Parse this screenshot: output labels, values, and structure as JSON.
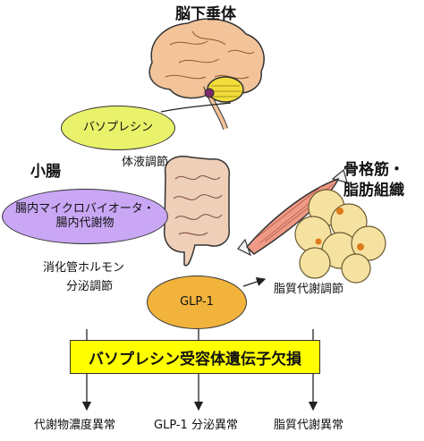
{
  "labels": {
    "pituitary": "脳下垂体",
    "small_intestine": "小腸",
    "muscle_fat_line1": "骨格筋・",
    "muscle_fat_line2": "脂肪組織",
    "fluid_regulation": "体液調節",
    "gi_hormone_line1": "消化管ホルモン",
    "gi_hormone_line2": "分泌調節",
    "lipid_regulation": "脂質代謝調節"
  },
  "nodes": {
    "vasopressin": "バソプレシン",
    "microbiota_line1": "腸内マイクロバイオータ・",
    "microbiota_line2": "腸内代謝物",
    "glp1": "GLP-1"
  },
  "banner": "バソプレシン受容体遺伝子欠損",
  "outcomes": [
    "代謝物濃度異常",
    "GLP-1 分泌異常",
    "脂質代謝異常"
  ],
  "colors": {
    "vasopressin_fill": "#e9f26a",
    "microbiota_fill": "#c9a7f5",
    "glp1_fill": "#f2b33d",
    "banner_fill": "#ffff00",
    "brain": "#f3c49a",
    "cerebellum": "#f2dd3a",
    "intestine": "#efcfb8",
    "muscle": "#ef9a86",
    "fat": "#f6e2a0"
  }
}
